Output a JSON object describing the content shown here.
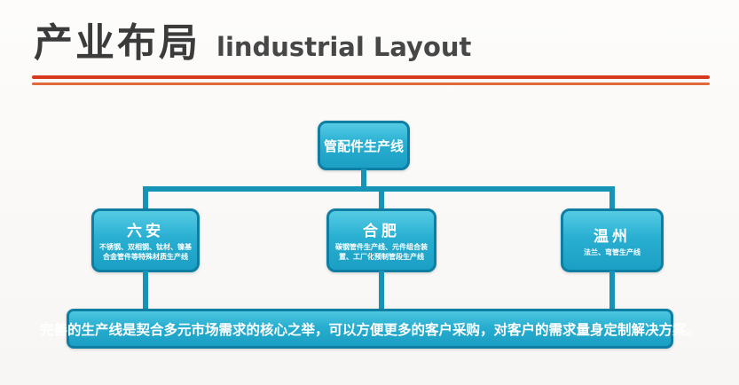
{
  "header": {
    "title_cn": "产业布局",
    "title_en": "lindustrial Layout"
  },
  "diagram": {
    "root": {
      "label": "管配件生产线"
    },
    "children": [
      {
        "label": "六安",
        "sublabel": "不锈钢、双相钢、钛材、镍基合金管件等特殊材质生产线"
      },
      {
        "label": "合肥",
        "sublabel": "碳钢管件生产线、元件组合装置、工厂化预制管段生产线"
      },
      {
        "label": "温州",
        "sublabel": "法兰、弯管生产线"
      }
    ],
    "footer": "完善的生产线是契合多元市场需求的核心之举，可以方便更多的客户采购，对客户的需求量身定制解决方案。"
  },
  "colors": {
    "node_fill": "#29afd2",
    "node_border": "#0e7fa2",
    "connector": "#1694b8",
    "accent_rule_top": "#d8391e",
    "accent_rule_bottom": "#e06a3c",
    "title_text": "#3b3b3b",
    "node_text": "#ffffff"
  }
}
